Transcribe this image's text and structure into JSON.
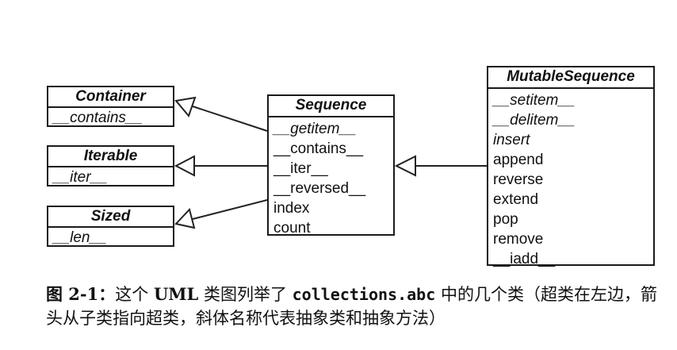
{
  "classes": {
    "container": {
      "name": "Container",
      "members": [
        "__contains__"
      ]
    },
    "iterable": {
      "name": "Iterable",
      "members": [
        "__iter__"
      ]
    },
    "sized": {
      "name": "Sized",
      "members": [
        "__len__"
      ]
    },
    "sequence": {
      "name": "Sequence",
      "members": [
        "__getitem__",
        "__contains__",
        "__iter__",
        "__reversed__",
        "index",
        "count"
      ]
    },
    "mutable_sequence": {
      "name": "MutableSequence",
      "members": [
        "__setitem__",
        "__delitem__",
        "insert",
        "append",
        "reverse",
        "extend",
        "pop",
        "remove",
        "__iadd__"
      ]
    }
  },
  "caption": {
    "label": "图 2-1：",
    "text_before": "这个 ",
    "uml": "UML",
    "text_mid": " 类图列举了 ",
    "code": "collections.abc",
    "text_after": " 中的几个类（超类在左边，箭头从子类指向超类，斜体名称代表抽象类和抽象方法）"
  }
}
